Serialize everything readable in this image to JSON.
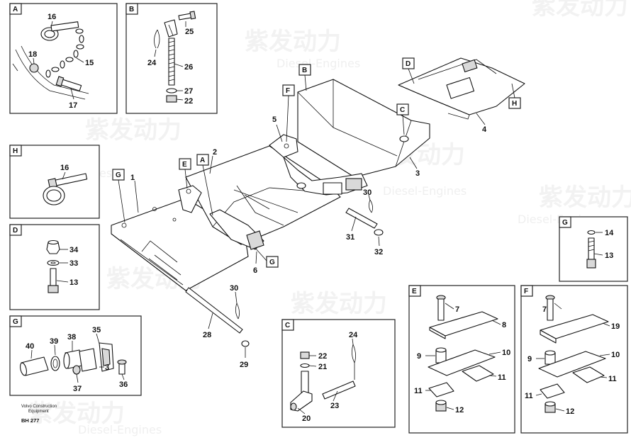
{
  "panels": {
    "A": {
      "tag": "A",
      "labels": [
        "16",
        "18",
        "15",
        "17"
      ]
    },
    "B": {
      "tag": "B",
      "labels": [
        "25",
        "24",
        "26",
        "27",
        "22"
      ]
    },
    "H": {
      "tag": "H",
      "labels": [
        "16"
      ]
    },
    "D": {
      "tag": "D",
      "labels": [
        "34",
        "33",
        "13"
      ]
    },
    "G_small": {
      "tag": "G",
      "labels": [
        "40",
        "39",
        "38",
        "35",
        "3",
        "36",
        "37"
      ]
    },
    "C": {
      "tag": "C",
      "labels": [
        "24",
        "22",
        "21",
        "23",
        "20"
      ]
    },
    "G_right": {
      "tag": "G",
      "labels": [
        "14",
        "13"
      ]
    },
    "E": {
      "tag": "E",
      "labels": [
        "7",
        "8",
        "9",
        "10",
        "11",
        "11",
        "12"
      ]
    },
    "F": {
      "tag": "F",
      "labels": [
        "7",
        "19",
        "9",
        "10",
        "11",
        "11",
        "12"
      ]
    }
  },
  "main": {
    "tags": [
      "G",
      "E",
      "A",
      "B",
      "F",
      "C",
      "D",
      "H",
      "G"
    ],
    "labels": [
      "1",
      "2",
      "5",
      "3",
      "4",
      "30",
      "31",
      "32",
      "6",
      "30",
      "28",
      "29"
    ]
  },
  "footer": {
    "company": "Volvo Construction",
    "company2": "Equipment",
    "code": "BH 277"
  },
  "watermark": {
    "cn": "紫发动力",
    "en": "Diesel-Engines"
  }
}
